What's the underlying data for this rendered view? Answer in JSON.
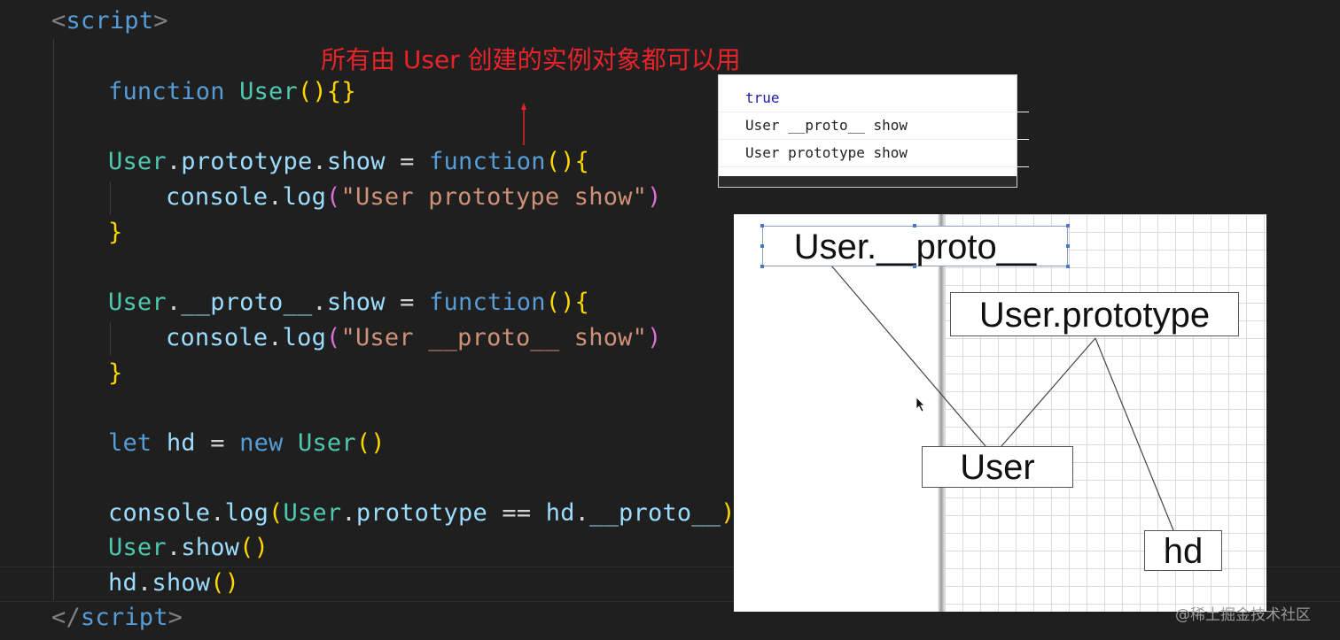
{
  "code": {
    "script_open": [
      "<",
      "script",
      ">"
    ],
    "script_close": [
      "</",
      "script",
      ">"
    ],
    "l1": {
      "kw": "function",
      "name": "User",
      "tail": "(){}"
    },
    "l2": {
      "obj": "User",
      "dot1": ".",
      "p1": "prototype",
      "dot2": ".",
      "p2": "show",
      "eq": " = ",
      "kw": "function",
      "paren": "()",
      "brace": "{"
    },
    "l3": {
      "obj": "console",
      "dot": ".",
      "m": "log",
      "open": "(",
      "str": "\"User prototype show\"",
      "close": ")"
    },
    "l4": {
      "brace": "}"
    },
    "l5": {
      "obj": "User",
      "dot1": ".",
      "p1": "__proto__",
      "dot2": ".",
      "p2": "show",
      "eq": " = ",
      "kw": "function",
      "paren": "()",
      "brace": "{"
    },
    "l6": {
      "obj": "console",
      "dot": ".",
      "m": "log",
      "open": "(",
      "str": "\"User __proto__ show\"",
      "close": ")"
    },
    "l7": {
      "brace": "}"
    },
    "l8": {
      "kw": "let",
      "var": "hd",
      "eq": " = ",
      "kw2": "new",
      "cls": "User",
      "paren": "()"
    },
    "l9": {
      "obj": "console",
      "dot": ".",
      "m": "log",
      "open": "(",
      "cls": "User",
      "dot2": ".",
      "p1": "prototype",
      "op": " == ",
      "var": "hd",
      "dot3": ".",
      "p2": "__proto__",
      "close": ")"
    },
    "l10": {
      "cls": "User",
      "dot": ".",
      "m": "show",
      "paren": "()"
    },
    "l11": {
      "var": "hd",
      "dot": ".",
      "m": "show",
      "paren": "()"
    }
  },
  "annotation": {
    "text": "所有由 User 创建的实例对象都可以用",
    "color": "#e8242a"
  },
  "console_output": [
    "true",
    "User __proto__ show",
    "User prototype show"
  ],
  "diagram": {
    "nodes": {
      "proto": "User.__proto__",
      "prototype": "User.prototype",
      "user": "User",
      "hd": "hd"
    }
  },
  "watermark": "@稀土掘金技术社区"
}
